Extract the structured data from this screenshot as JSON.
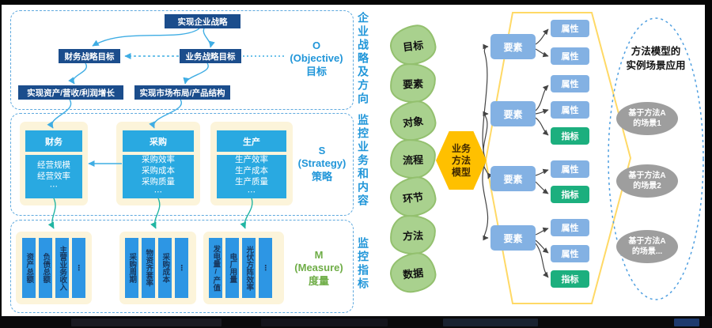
{
  "osm": {
    "o": {
      "tag": [
        "O",
        "(Objective)",
        "目标"
      ],
      "top_box": "实现企业战略",
      "finance_goal": "财务战略目标",
      "business_goal": "业务战略目标",
      "growth_box": "实现资产/营收/利润增长",
      "market_box": "实现市场布局/产品结构"
    },
    "s": {
      "tag": [
        "S",
        "(Strategy)",
        "策略"
      ],
      "cards": [
        {
          "header": "财务",
          "lines": [
            "经营规模",
            "经营效率",
            "⋯"
          ]
        },
        {
          "header": "采购",
          "lines": [
            "采购效率",
            "采购成本",
            "采购质量",
            "⋯"
          ]
        },
        {
          "header": "生产",
          "lines": [
            "生产效率",
            "生产成本",
            "生产质量",
            "⋯"
          ]
        }
      ]
    },
    "m": {
      "tag": [
        "M",
        "(Measure)",
        "度量"
      ],
      "cards": [
        {
          "bars": [
            "资产总额",
            "负债总额",
            "主营业务收入",
            "⋮"
          ]
        },
        {
          "bars": [
            "采购周期",
            "物资齐套率",
            "采购成本",
            "⋮"
          ]
        },
        {
          "bars": [
            "发电量/产值",
            "电厂用量",
            "光伏方阵效率",
            "⋮"
          ]
        }
      ]
    },
    "side_labels": [
      "企业战略及方向",
      "监控业务和内容",
      "监控指标"
    ]
  },
  "pipeline": {
    "leaves": [
      "目标",
      "要素",
      "对象",
      "流程",
      "环节",
      "方法",
      "数据"
    ],
    "hexagon": [
      "业务",
      "方法",
      "模型"
    ]
  },
  "tree": {
    "element_label": "要素",
    "attr_label": "属性",
    "metric_label": "指标",
    "groups": [
      {
        "children": [
          "属性",
          "属性"
        ]
      },
      {
        "children": [
          "属性",
          "属性",
          "指标"
        ]
      },
      {
        "children": [
          "属性",
          "指标"
        ]
      },
      {
        "children": [
          "属性",
          "属性",
          "指标"
        ]
      }
    ]
  },
  "scenarios": {
    "title": [
      "方法模型的",
      "实例场景应用"
    ],
    "items": [
      [
        "基于方法A",
        "的场景1"
      ],
      [
        "基于方法A",
        "的场景2"
      ],
      [
        "基于方法A",
        "的场景..."
      ]
    ]
  },
  "colors": {
    "navy": "#1B4D8C",
    "strategy_blue": "#29A9E1",
    "measure_bar_blue": "#2D96E4",
    "cream": "#FCF4DA",
    "tree_blue": "#83B1E3",
    "metric_green": "#1CAF7E",
    "hex_orange": "#FFC000",
    "outline_yellow": "#FFD966",
    "leaf_green": "#A9D18E",
    "label_blue": "#2196D9",
    "measure_green": "#6FAD47",
    "scenario_gray": "#9E9E9E",
    "dashed_border_blue": "#5FA9DE",
    "arrow_teal": "#21B5A3",
    "arrow_blue": "#3FADE4"
  }
}
